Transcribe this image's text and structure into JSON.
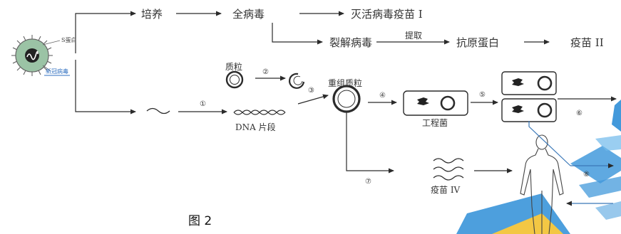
{
  "figure": {
    "caption": "图 2",
    "nodes": {
      "culture": "培养",
      "whole_virus": "全病毒",
      "inactivated_vaccine": "灭活病毒疫苗 I",
      "lysed_virus": "裂解病毒",
      "extract": "提取",
      "antigen_protein": "抗原蛋白",
      "vaccine_2": "疫苗 II",
      "plasmid": "质粒",
      "recombinant_plasmid": "重组质粒",
      "dna_fragment": "DNA 片段",
      "engineered_bacteria": "工程菌",
      "vaccine_4": "疫苗 IV",
      "virus_label_1": "S蛋白",
      "virus_label_2": "新冠病毒"
    },
    "steps": [
      "①",
      "②",
      "③",
      "④",
      "⑤",
      "⑥",
      "⑦",
      "⑧"
    ]
  },
  "colors": {
    "line": "#2b2b2b",
    "watermark_blue": "#2f8fd8",
    "watermark_yellow": "#f2c230",
    "virus_green": "#8fb89a"
  }
}
